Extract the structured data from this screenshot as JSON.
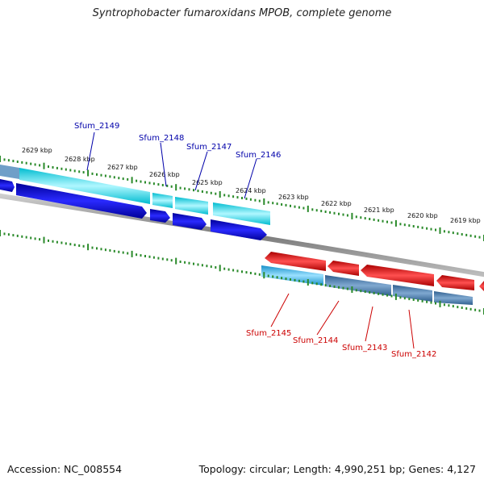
{
  "title": "Syntrophobacter fumaroxidans MPOB, complete genome",
  "footer": {
    "accession": "Accession: NC_008554",
    "summary": "Topology: circular; Length: 4,990,251 bp; Genes: 4,127"
  },
  "scale_labels": [
    "2629 kbp",
    "2628 kbp",
    "2627 kbp",
    "2626 kbp",
    "2625 kbp",
    "2624 kbp",
    "2623 kbp",
    "2622 kbp",
    "2621 kbp",
    "2620 kbp",
    "2619 kbp"
  ],
  "genes_forward": [
    "Sfum_2149",
    "Sfum_2148",
    "Sfum_2147",
    "Sfum_2146"
  ],
  "genes_reverse": [
    "Sfum_2145",
    "Sfum_2144",
    "Sfum_2143",
    "Sfum_2142"
  ],
  "colors": {
    "forward_cds": "#0000dd",
    "forward_gene": "#00ccdd",
    "reverse_cds": "#ee0000",
    "reverse_gene": "#4477aa",
    "gene_reverse_light": "#22aadd",
    "backbone": "#888888",
    "ticks": "#2a8a2a",
    "label_forward": "#0000aa",
    "label_reverse": "#cc0000"
  }
}
